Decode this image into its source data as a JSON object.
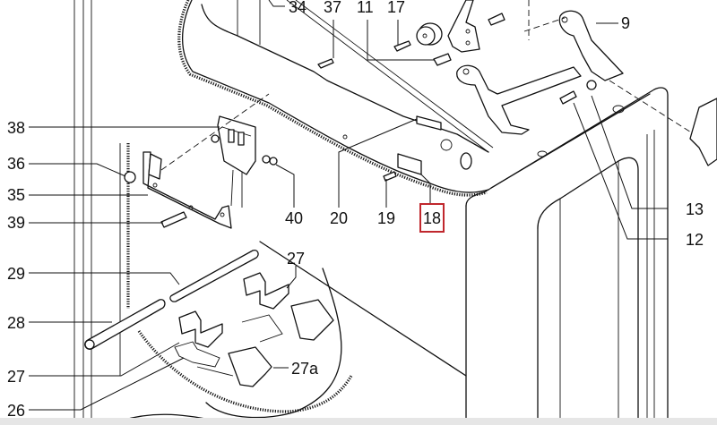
{
  "diagram": {
    "type": "exploded parts diagram",
    "highlight_color": "#c0272d",
    "highlighted_part": "18",
    "callouts": {
      "c34": "34",
      "c37": "37",
      "c11": "11",
      "c17": "17",
      "c9": "9",
      "c38": "38",
      "c36": "36",
      "c35": "35",
      "c39": "39",
      "c40": "40",
      "c20": "20",
      "c19": "19",
      "c18": "18",
      "c13": "13",
      "c12": "12",
      "c29": "29",
      "c27_top": "27",
      "c28": "28",
      "c27_left": "27",
      "c27a": "27a",
      "c26": "26"
    }
  }
}
